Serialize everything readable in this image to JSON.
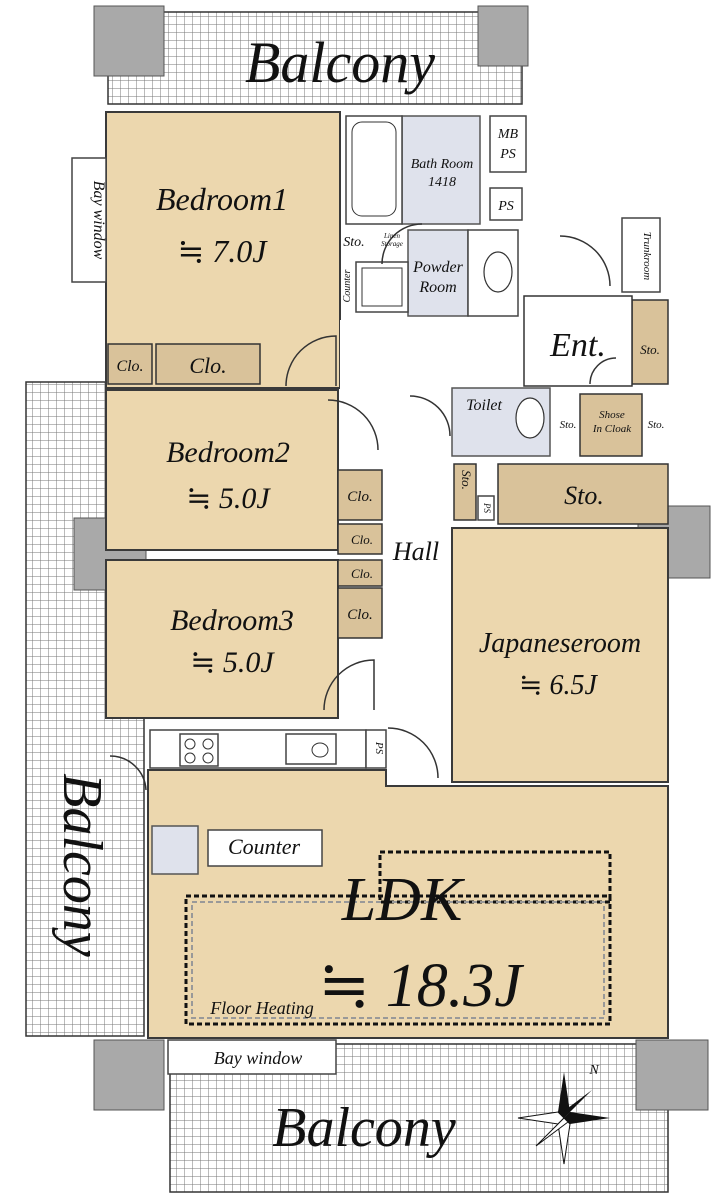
{
  "balconies": {
    "top": "Balcony",
    "left": "Balcony",
    "bottom": "Balcony"
  },
  "bay_windows": {
    "left": "Bay window",
    "bottom": "Bay window"
  },
  "rooms": {
    "bedroom1": {
      "name": "Bedroom1",
      "size": "≒ 7.0J"
    },
    "bedroom2": {
      "name": "Bedroom2",
      "size": "≒ 5.0J"
    },
    "bedroom3": {
      "name": "Bedroom3",
      "size": "≒ 5.0J"
    },
    "japanese": {
      "name": "Japaneseroom",
      "size": "≒ 6.5J"
    },
    "ldk": {
      "name": "LDK",
      "size": "≒ 18.3J",
      "note": "Floor Heating"
    }
  },
  "labels": {
    "bath": "Bath Room",
    "bath_size": "1418",
    "powder": "Powder",
    "powder2": "Room",
    "toilet": "Toilet",
    "shoe1": "Shose",
    "shoe2": "In Cloak",
    "hall": "Hall",
    "ent": "Ent.",
    "counter": "Counter",
    "counter_small": "Counter",
    "linen1": "Linen",
    "linen2": "Storage",
    "trunk": "Trunkroom",
    "mb": "MB",
    "ps": "PS",
    "sto": "Sto.",
    "clo": "Clo.",
    "compass": "N"
  }
}
